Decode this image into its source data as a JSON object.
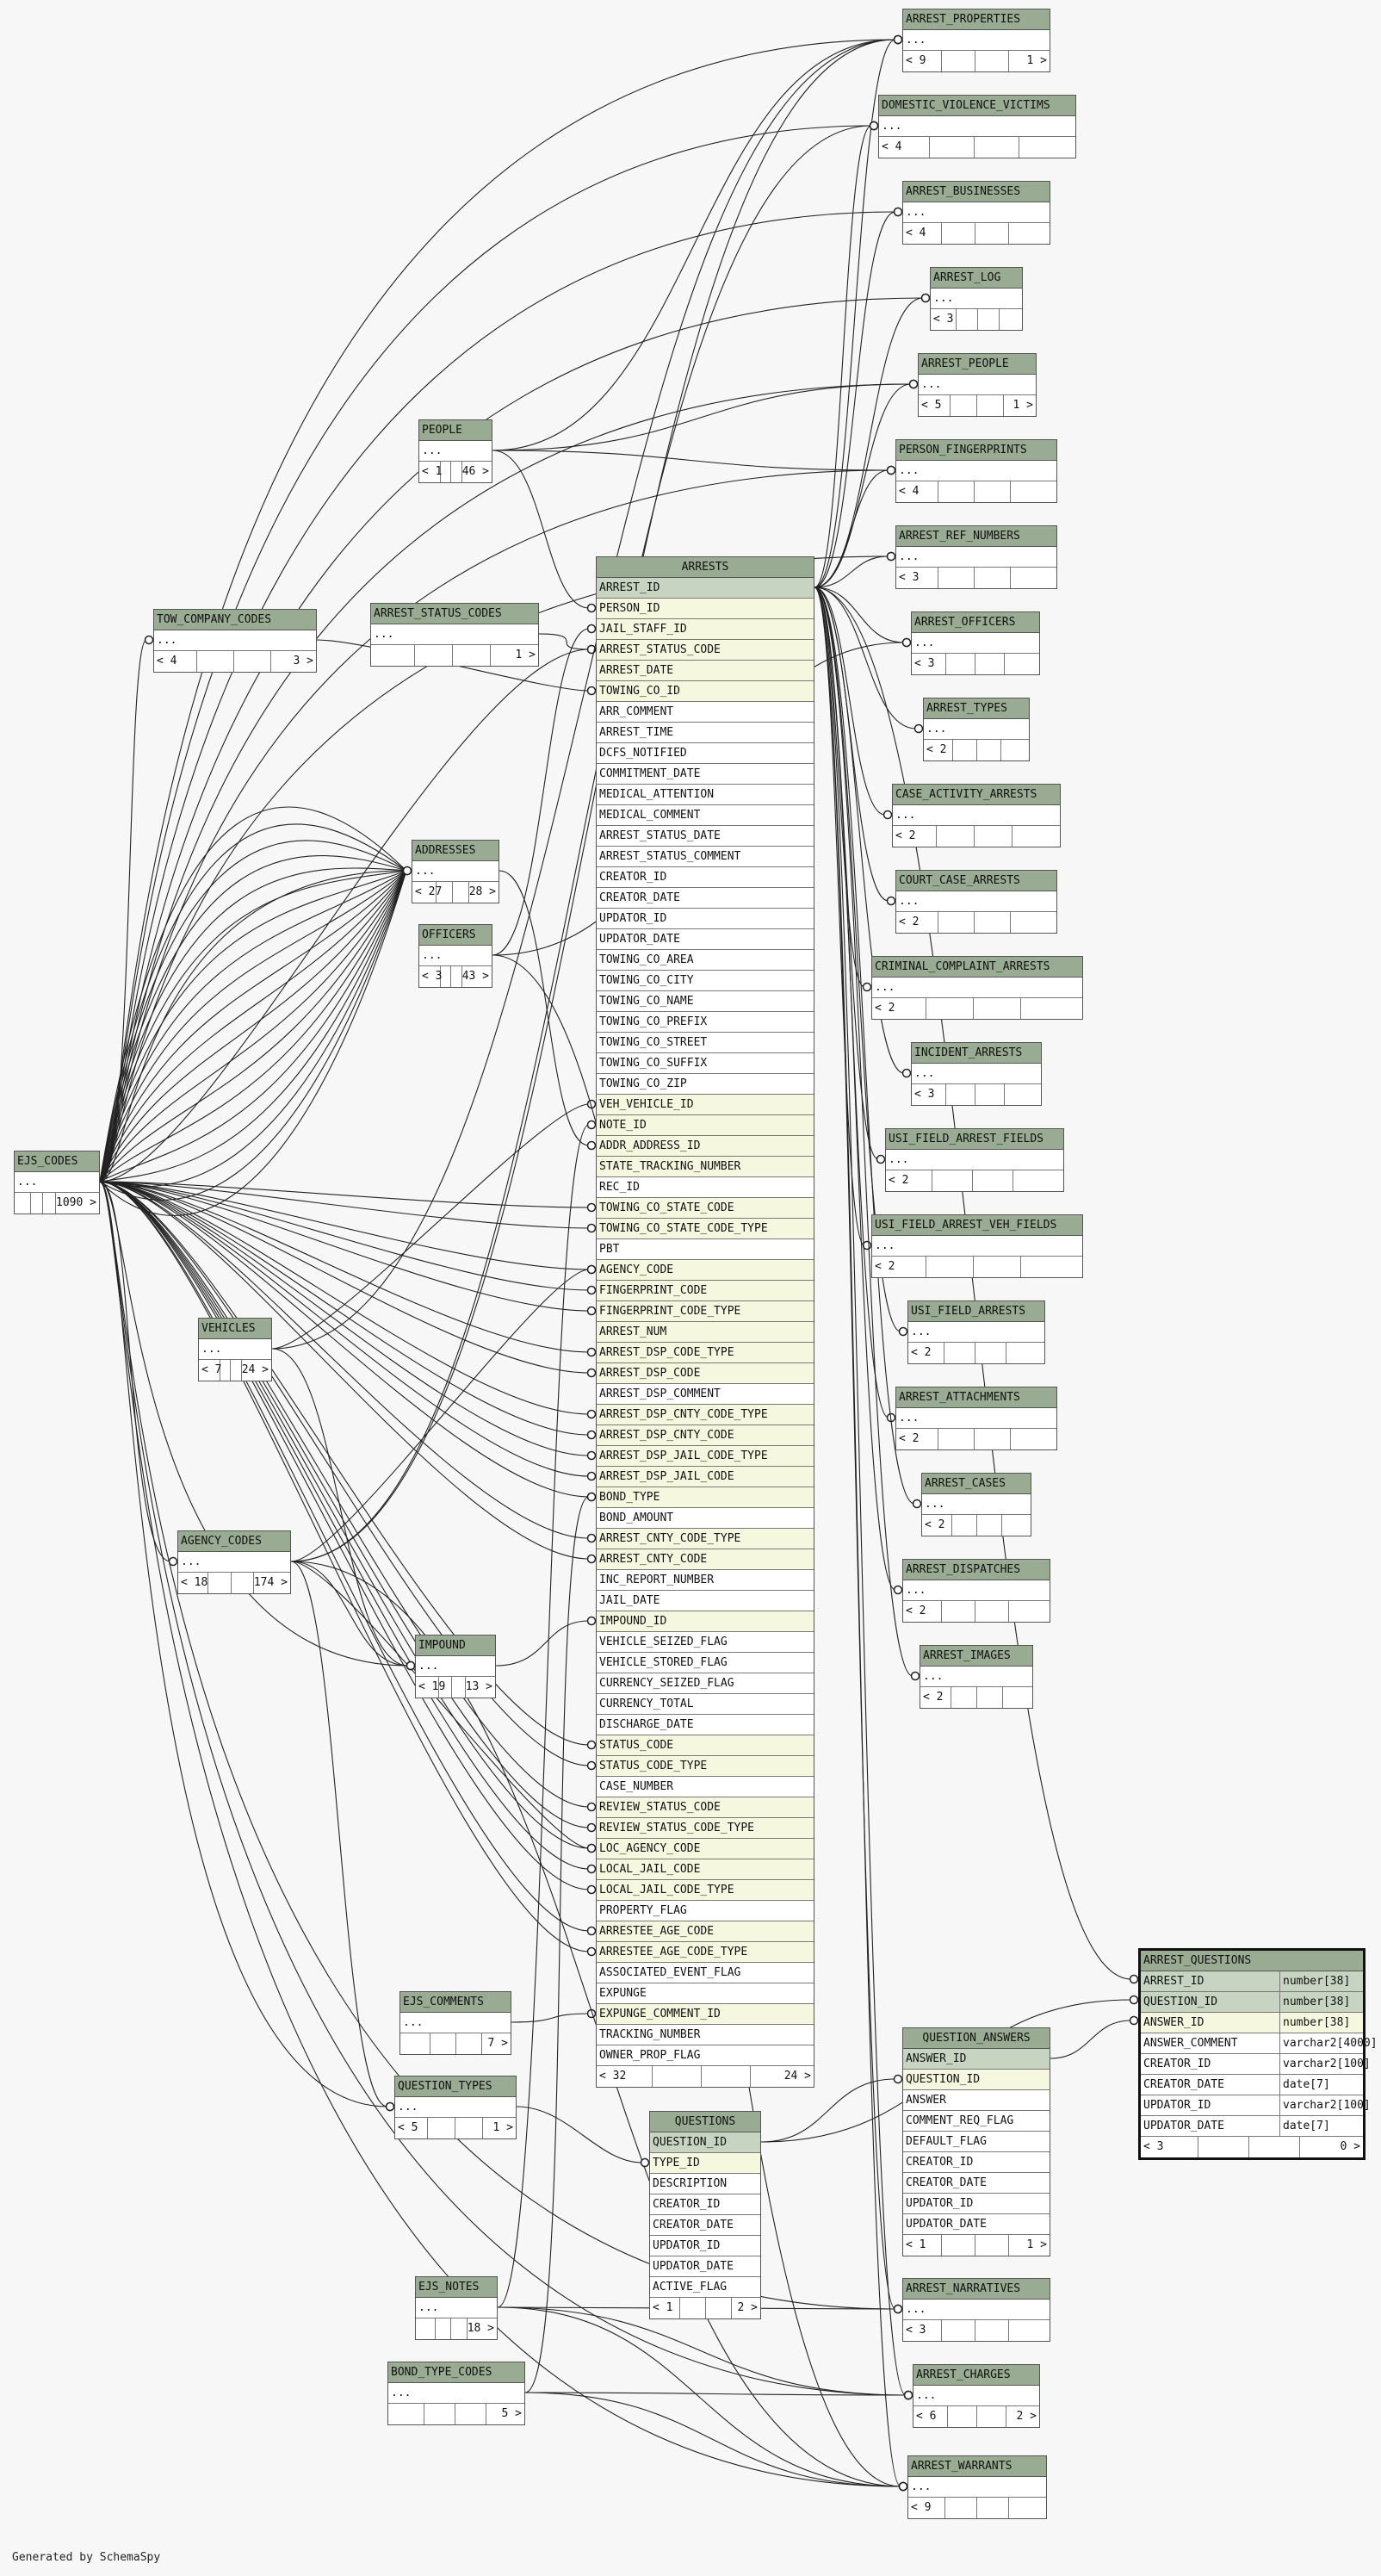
{
  "diagram": {
    "credit": "Generated by SchemaSpy",
    "colors": {
      "header": "#9aab93",
      "pk_row": "#c7d4c2",
      "fk_row": "#f5f7df",
      "wire": "#222222"
    },
    "tables": {
      "arrest_properties": {
        "name": "ARREST_PROPERTIES",
        "rows": [
          "..."
        ],
        "parents": "< 9",
        "children": "1 >"
      },
      "domestic_violence": {
        "name": "DOMESTIC_VIOLENCE_VICTIMS",
        "rows": [
          "..."
        ],
        "parents": "< 4",
        "children": ""
      },
      "arrest_businesses": {
        "name": "ARREST_BUSINESSES",
        "rows": [
          "..."
        ],
        "parents": "< 4",
        "children": ""
      },
      "arrest_log": {
        "name": "ARREST_LOG",
        "rows": [
          "..."
        ],
        "parents": "< 3",
        "children": ""
      },
      "arrest_people": {
        "name": "ARREST_PEOPLE",
        "rows": [
          "..."
        ],
        "parents": "< 5",
        "children": "1 >"
      },
      "person_fingerprints": {
        "name": "PERSON_FINGERPRINTS",
        "rows": [
          "..."
        ],
        "parents": "< 4",
        "children": ""
      },
      "arrest_ref_numbers": {
        "name": "ARREST_REF_NUMBERS",
        "rows": [
          "..."
        ],
        "parents": "< 3",
        "children": ""
      },
      "arrest_officers": {
        "name": "ARREST_OFFICERS",
        "rows": [
          "..."
        ],
        "parents": "< 3",
        "children": ""
      },
      "arrest_types": {
        "name": "ARREST_TYPES",
        "rows": [
          "..."
        ],
        "parents": "< 2",
        "children": ""
      },
      "case_activity": {
        "name": "CASE_ACTIVITY_ARRESTS",
        "rows": [
          "..."
        ],
        "parents": "< 2",
        "children": ""
      },
      "court_case": {
        "name": "COURT_CASE_ARRESTS",
        "rows": [
          "..."
        ],
        "parents": "< 2",
        "children": ""
      },
      "criminal_complaint": {
        "name": "CRIMINAL_COMPLAINT_ARRESTS",
        "rows": [
          "..."
        ],
        "parents": "< 2",
        "children": ""
      },
      "incident_arrests": {
        "name": "INCIDENT_ARRESTS",
        "rows": [
          "..."
        ],
        "parents": "< 3",
        "children": ""
      },
      "usi_field_arrest": {
        "name": "USI_FIELD_ARREST_FIELDS",
        "rows": [
          "..."
        ],
        "parents": "< 2",
        "children": ""
      },
      "usi_field_veh": {
        "name": "USI_FIELD_ARREST_VEH_FIELDS",
        "rows": [
          "..."
        ],
        "parents": "< 2",
        "children": ""
      },
      "usi_field_arrests": {
        "name": "USI_FIELD_ARRESTS",
        "rows": [
          "..."
        ],
        "parents": "< 2",
        "children": ""
      },
      "arrest_attachments": {
        "name": "ARREST_ATTACHMENTS",
        "rows": [
          "..."
        ],
        "parents": "< 2",
        "children": ""
      },
      "arrest_cases": {
        "name": "ARREST_CASES",
        "rows": [
          "..."
        ],
        "parents": "< 2",
        "children": ""
      },
      "arrest_dispatches": {
        "name": "ARREST_DISPATCHES",
        "rows": [
          "..."
        ],
        "parents": "< 2",
        "children": ""
      },
      "arrest_images": {
        "name": "ARREST_IMAGES",
        "rows": [
          "..."
        ],
        "parents": "< 2",
        "children": ""
      },
      "people": {
        "name": "PEOPLE",
        "rows": [
          "..."
        ],
        "parents": "< 1",
        "children": "46 >"
      },
      "tow_company_codes": {
        "name": "TOW_COMPANY_CODES",
        "rows": [
          "..."
        ],
        "parents": "< 4",
        "children": "3 >"
      },
      "arrest_status_codes": {
        "name": "ARREST_STATUS_CODES",
        "rows": [
          "..."
        ],
        "parents": "",
        "children": "1 >"
      },
      "addresses": {
        "name": "ADDRESSES",
        "rows": [
          "..."
        ],
        "parents": "< 27",
        "children": "28 >"
      },
      "officers": {
        "name": "OFFICERS",
        "rows": [
          "..."
        ],
        "parents": "< 3",
        "children": "43 >"
      },
      "ejs_codes": {
        "name": "EJS_CODES",
        "rows": [
          "..."
        ],
        "parents": "",
        "children": "1090 >"
      },
      "vehicles": {
        "name": "VEHICLES",
        "rows": [
          "..."
        ],
        "parents": "< 7",
        "children": "24 >"
      },
      "agency_codes": {
        "name": "AGENCY_CODES",
        "rows": [
          "..."
        ],
        "parents": "< 18",
        "children": "174 >"
      },
      "impound": {
        "name": "IMPOUND",
        "rows": [
          "..."
        ],
        "parents": "< 19",
        "children": "13 >"
      },
      "ejs_comments": {
        "name": "EJS_COMMENTS",
        "rows": [
          "..."
        ],
        "parents": "",
        "children": "7 >"
      },
      "question_types": {
        "name": "QUESTION_TYPES",
        "rows": [
          "..."
        ],
        "parents": "< 5",
        "children": "1 >"
      },
      "ejs_notes": {
        "name": "EJS_NOTES",
        "rows": [
          "..."
        ],
        "parents": "",
        "children": "18 >"
      },
      "bond_type_codes": {
        "name": "BOND_TYPE_CODES",
        "rows": [
          "..."
        ],
        "parents": "",
        "children": "5 >"
      },
      "arrest_narratives": {
        "name": "ARREST_NARRATIVES",
        "rows": [
          "..."
        ],
        "parents": "< 3",
        "children": ""
      },
      "arrest_charges": {
        "name": "ARREST_CHARGES",
        "rows": [
          "..."
        ],
        "parents": "< 6",
        "children": "2 >"
      },
      "arrest_warrants": {
        "name": "ARREST_WARRANTS",
        "rows": [
          "..."
        ],
        "parents": "< 9",
        "children": ""
      },
      "arrests": {
        "name": "ARRESTS",
        "rows": [
          "ARREST_ID",
          "PERSON_ID",
          "JAIL_STAFF_ID",
          "ARREST_STATUS_CODE",
          "ARREST_DATE",
          "TOWING_CO_ID",
          "ARR_COMMENT",
          "ARREST_TIME",
          "DCFS_NOTIFIED",
          "COMMITMENT_DATE",
          "MEDICAL_ATTENTION",
          "MEDICAL_COMMENT",
          "ARREST_STATUS_DATE",
          "ARREST_STATUS_COMMENT",
          "CREATOR_ID",
          "CREATOR_DATE",
          "UPDATOR_ID",
          "UPDATOR_DATE",
          "TOWING_CO_AREA",
          "TOWING_CO_CITY",
          "TOWING_CO_NAME",
          "TOWING_CO_PREFIX",
          "TOWING_CO_STREET",
          "TOWING_CO_SUFFIX",
          "TOWING_CO_ZIP",
          "VEH_VEHICLE_ID",
          "NOTE_ID",
          "ADDR_ADDRESS_ID",
          "STATE_TRACKING_NUMBER",
          "REC_ID",
          "TOWING_CO_STATE_CODE",
          "TOWING_CO_STATE_CODE_TYPE",
          "PBT",
          "AGENCY_CODE",
          "FINGERPRINT_CODE",
          "FINGERPRINT_CODE_TYPE",
          "ARREST_NUM",
          "ARREST_DSP_CODE_TYPE",
          "ARREST_DSP_CODE",
          "ARREST_DSP_COMMENT",
          "ARREST_DSP_CNTY_CODE_TYPE",
          "ARREST_DSP_CNTY_CODE",
          "ARREST_DSP_JAIL_CODE_TYPE",
          "ARREST_DSP_JAIL_CODE",
          "BOND_TYPE",
          "BOND_AMOUNT",
          "ARREST_CNTY_CODE_TYPE",
          "ARREST_CNTY_CODE",
          "INC_REPORT_NUMBER",
          "JAIL_DATE",
          "IMPOUND_ID",
          "VEHICLE_SEIZED_FLAG",
          "VEHICLE_STORED_FLAG",
          "CURRENCY_SEIZED_FLAG",
          "CURRENCY_TOTAL",
          "DISCHARGE_DATE",
          "STATUS_CODE",
          "STATUS_CODE_TYPE",
          "CASE_NUMBER",
          "REVIEW_STATUS_CODE",
          "REVIEW_STATUS_CODE_TYPE",
          "LOC_AGENCY_CODE",
          "LOCAL_JAIL_CODE",
          "LOCAL_JAIL_CODE_TYPE",
          "PROPERTY_FLAG",
          "ARRESTEE_AGE_CODE",
          "ARRESTEE_AGE_CODE_TYPE",
          "ASSOCIATED_EVENT_FLAG",
          "EXPUNGE",
          "EXPUNGE_COMMENT_ID",
          "TRACKING_NUMBER",
          "OWNER_PROP_FLAG"
        ],
        "pk": [
          "ARREST_ID"
        ],
        "fk": [
          "PERSON_ID",
          "JAIL_STAFF_ID",
          "ARREST_STATUS_CODE",
          "ARREST_DATE",
          "TOWING_CO_ID",
          "VEH_VEHICLE_ID",
          "NOTE_ID",
          "ADDR_ADDRESS_ID",
          "STATE_TRACKING_NUMBER",
          "TOWING_CO_STATE_CODE",
          "TOWING_CO_STATE_CODE_TYPE",
          "AGENCY_CODE",
          "FINGERPRINT_CODE",
          "FINGERPRINT_CODE_TYPE",
          "ARREST_NUM",
          "ARREST_DSP_CODE_TYPE",
          "ARREST_DSP_CODE",
          "ARREST_DSP_CNTY_CODE_TYPE",
          "ARREST_DSP_CNTY_CODE",
          "ARREST_DSP_JAIL_CODE_TYPE",
          "ARREST_DSP_JAIL_CODE",
          "BOND_TYPE",
          "ARREST_CNTY_CODE_TYPE",
          "ARREST_CNTY_CODE",
          "IMPOUND_ID",
          "STATUS_CODE",
          "STATUS_CODE_TYPE",
          "REVIEW_STATUS_CODE",
          "REVIEW_STATUS_CODE_TYPE",
          "LOC_AGENCY_CODE",
          "LOCAL_JAIL_CODE",
          "LOCAL_JAIL_CODE_TYPE",
          "ARRESTEE_AGE_CODE",
          "ARRESTEE_AGE_CODE_TYPE",
          "EXPUNGE_COMMENT_ID"
        ],
        "parents": "< 32",
        "children": "24 >"
      },
      "questions": {
        "name": "QUESTIONS",
        "rows": [
          "QUESTION_ID",
          "TYPE_ID",
          "DESCRIPTION",
          "CREATOR_ID",
          "CREATOR_DATE",
          "UPDATOR_ID",
          "UPDATOR_DATE",
          "ACTIVE_FLAG"
        ],
        "pk": [
          "QUESTION_ID"
        ],
        "fk": [
          "TYPE_ID"
        ],
        "parents": "< 1",
        "children": "2 >"
      },
      "question_answers": {
        "name": "QUESTION_ANSWERS",
        "rows": [
          "ANSWER_ID",
          "QUESTION_ID",
          "ANSWER",
          "COMMENT_REQ_FLAG",
          "DEFAULT_FLAG",
          "CREATOR_ID",
          "CREATOR_DATE",
          "UPDATOR_ID",
          "UPDATOR_DATE"
        ],
        "pk": [
          "ANSWER_ID"
        ],
        "fk": [
          "QUESTION_ID"
        ],
        "parents": "< 1",
        "children": "1 >"
      },
      "arrest_questions": {
        "name": "ARREST_QUESTIONS",
        "rows": [
          {
            "col": "ARREST_ID",
            "type": "number[38]",
            "kind": "pk"
          },
          {
            "col": "QUESTION_ID",
            "type": "number[38]",
            "kind": "pk"
          },
          {
            "col": "ANSWER_ID",
            "type": "number[38]",
            "kind": "fk"
          },
          {
            "col": "ANSWER_COMMENT",
            "type": "varchar2[4000]",
            "kind": ""
          },
          {
            "col": "CREATOR_ID",
            "type": "varchar2[100]",
            "kind": ""
          },
          {
            "col": "CREATOR_DATE",
            "type": "date[7]",
            "kind": ""
          },
          {
            "col": "UPDATOR_ID",
            "type": "varchar2[100]",
            "kind": ""
          },
          {
            "col": "UPDATOR_DATE",
            "type": "date[7]",
            "kind": ""
          }
        ],
        "parents": "< 3",
        "children": "0 >"
      }
    }
  }
}
